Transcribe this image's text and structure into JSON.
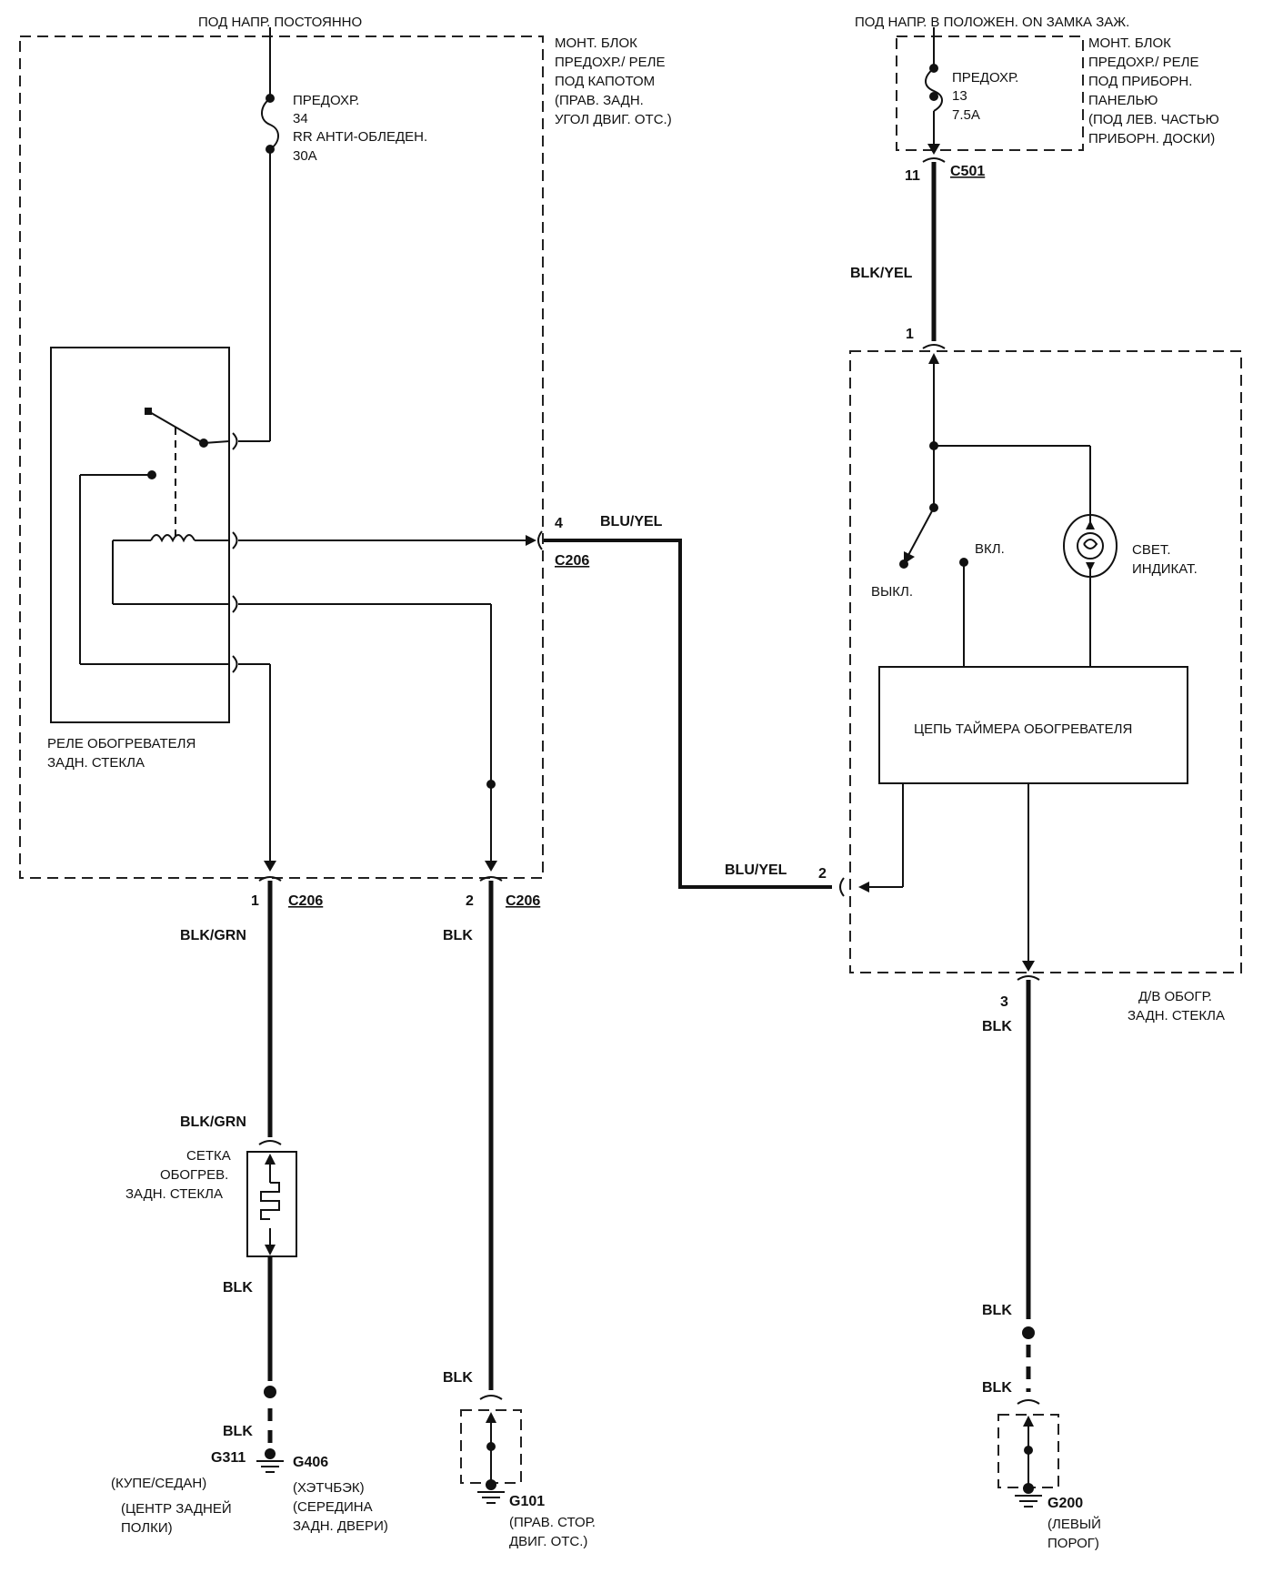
{
  "top_left_supply": "ПОД НАПР. ПОСТОЯННО",
  "top_right_supply": "ПОД НАПР. В ПОЛОЖЕН. ON ЗАМКА ЗАЖ.",
  "hood_box": [
    "МОНТ. БЛОК",
    "ПРЕДОХР./ РЕЛЕ",
    "ПОД КАПОТОМ",
    "(ПРАВ. ЗАДН.",
    "УГОЛ ДВИГ. ОТС.)"
  ],
  "dash_box": [
    "МОНТ. БЛОК",
    "ПРЕДОХР./ РЕЛЕ",
    "ПОД ПРИБОРН.",
    "ПАНЕЛЬЮ",
    "(ПОД ЛЕВ. ЧАСТЬЮ",
    "ПРИБОРН. ДОСКИ)"
  ],
  "fuse34": [
    "ПРЕДОХР.",
    "34",
    "RR АНТИ-ОБЛЕДЕН.",
    "30A"
  ],
  "fuse13": [
    "ПРЕДОХР.",
    "13",
    "7.5A"
  ],
  "relay_label": [
    "РЕЛЕ ОБОГРЕВАТЕЛЯ",
    "ЗАДН. СТЕКЛА"
  ],
  "switch_label": [
    "Д/В ОБОГР.",
    "ЗАДН. СТЕКЛА"
  ],
  "timer_label": "ЦЕПЬ ТАЙМЕРА ОБОГРЕВАТЕЛЯ",
  "lamp_label": [
    "СВЕТ.",
    "ИНДИКАТ."
  ],
  "on_label": "ВКЛ.",
  "off_label": "ВЫКЛ.",
  "grid_label": [
    "СЕТКА",
    "ОБОГРЕВ.",
    "ЗАДН. СТЕКЛА"
  ],
  "connectors": {
    "c501": "C501",
    "c501_pin": "11",
    "c206": "C206",
    "pin4": "4",
    "pin1_left": "1",
    "pin2_left": "2",
    "sw_pin1": "1",
    "sw_pin2": "2",
    "sw_pin3": "3"
  },
  "wires": {
    "blk_yel": "BLK/YEL",
    "blu_yel": "BLU/YEL",
    "blk_grn": "BLK/GRN",
    "blk": "BLK"
  },
  "grounds": {
    "g311": "G311",
    "g406": "G406",
    "g311_desc": [
      "(КУПЕ/СЕДАН)",
      "(ЦЕНТР ЗАДНЕЙ",
      "ПОЛКИ)"
    ],
    "g406_desc": [
      "(ХЭТЧБЭК)",
      "(СЕРЕДИНА",
      "ЗАДН. ДВЕРИ)"
    ],
    "g101": "G101",
    "g101_desc": [
      "(ПРАВ. СТОР.",
      "ДВИГ. ОТС.)"
    ],
    "g200": "G200",
    "g200_desc": [
      "(ЛЕВЫЙ",
      "ПОРОГ)"
    ]
  }
}
